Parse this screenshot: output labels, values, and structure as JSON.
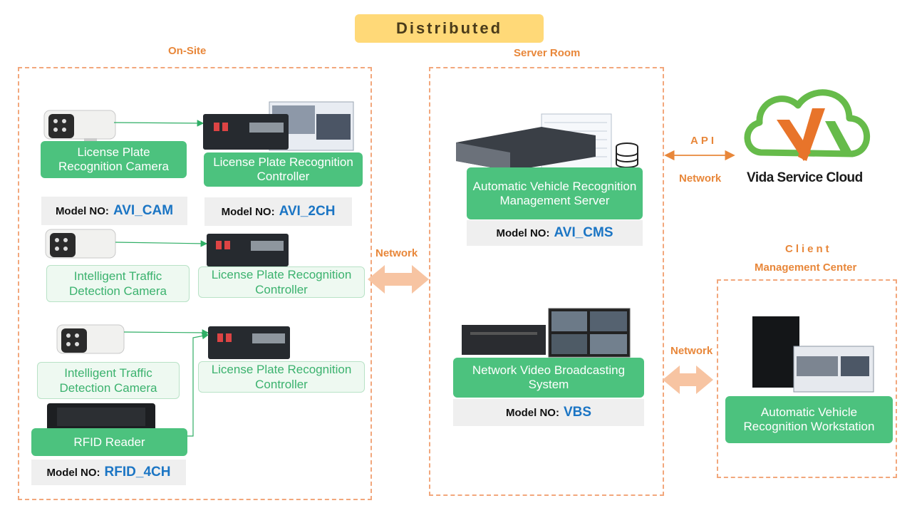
{
  "title": "Distributed",
  "sections": {
    "onsite": "On-Site",
    "server_room": "Server Room",
    "client_line1": "Client",
    "client_line2": "Management  Center"
  },
  "model_prefix": "Model NO:",
  "onsite": {
    "lpr_camera": "License Plate Recognition Camera",
    "lpr_controller_1": "License Plate Recognition Controller",
    "model_cam": "AVI_CAM",
    "model_2ch": "AVI_2CH",
    "itd_camera_1": "Intelligent Traffic Detection Camera",
    "lpr_controller_2": "License Plate Recognition Controller",
    "itd_camera_2": "Intelligent Traffic Detection Camera",
    "lpr_controller_3": "License Plate Recognition Controller",
    "rfid_reader": "RFID Reader",
    "model_rfid": "RFID_4CH"
  },
  "server": {
    "avi_server": "Automatic Vehicle Recognition Management Server",
    "model_cms": "AVI_CMS",
    "vbs": "Network Video Broadcasting System",
    "model_vbs": "VBS"
  },
  "client": {
    "workstation": "Automatic Vehicle Recognition Workstation"
  },
  "links": {
    "network_1": "Network",
    "network_2": "Network",
    "api": "API",
    "network_cloud": "Network"
  },
  "cloud": {
    "name": "Vida Service Cloud"
  },
  "colors": {
    "green": "#4CC27E",
    "orange": "#E8873A",
    "blue": "#1B75C4",
    "pill": "#FFD978"
  }
}
